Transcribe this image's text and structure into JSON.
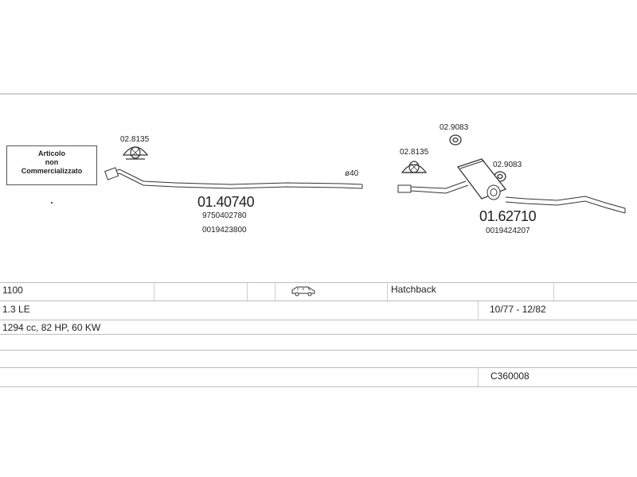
{
  "note_box": {
    "line1": "Articolo",
    "line2": "non",
    "line3": "Commercializzato"
  },
  "left_assembly": {
    "clamp_ref": "02.8135",
    "diameter": "ø40",
    "part_number": "01.40740",
    "oe_code_1": "9750402780",
    "oe_code_2": "0019423800"
  },
  "right_assembly": {
    "clamp_ref": "02.8135",
    "mount_ref_1": "02.9083",
    "mount_ref_2": "02.9083",
    "part_number": "01.62710",
    "oe_code": "0019424207"
  },
  "table": {
    "model": "1100",
    "body_type": "Hatchback",
    "variant": "1.3 LE",
    "years": "10/77 - 12/82",
    "engine": "1294 cc, 82 HP, 60 KW",
    "code": "C360008"
  },
  "icons": [
    "car-hatchback-icon",
    "clamp-icon",
    "rubber-mount-icon"
  ]
}
